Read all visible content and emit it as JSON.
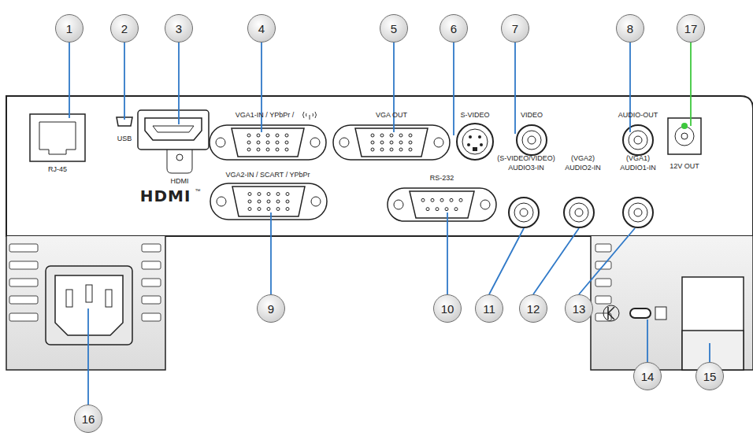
{
  "diagram": {
    "nodes": [
      {
        "text": [
          "1"
        ]
      },
      {
        "text": [
          "2"
        ]
      },
      {
        "text": [
          "3"
        ]
      },
      {
        "text": [
          "4"
        ]
      },
      {
        "text": [
          "5"
        ]
      },
      {
        "text": [
          "6"
        ]
      },
      {
        "text": [
          "7"
        ]
      },
      {
        "text": [
          "8"
        ]
      },
      {
        "text": [
          "17"
        ]
      },
      {
        "text": [
          "9"
        ]
      },
      {
        "text": [
          "10"
        ]
      },
      {
        "text": [
          "11"
        ]
      },
      {
        "text": [
          "12"
        ]
      },
      {
        "text": [
          "13"
        ]
      },
      {
        "text": [
          "14"
        ]
      },
      {
        "text": [
          "15"
        ]
      },
      {
        "text": [
          "16"
        ]
      }
    ],
    "labels": [
      "RJ-45",
      "USB",
      "HDMI",
      "VGA1-IN / YPbPr /",
      "VGA OUT",
      "S-VIDEO",
      "VIDEO",
      "AUDIO-OUT",
      "12V OUT",
      "VGA2-IN / SCART / YPbPr",
      "HDMI",
      "™",
      "RS-232",
      "(S-VIDEO/VIDEO)",
      "AUDIO3-IN",
      "(VGA2)",
      "AUDIO2-IN",
      "(VGA1)",
      "AUDIO1-IN"
    ]
  }
}
